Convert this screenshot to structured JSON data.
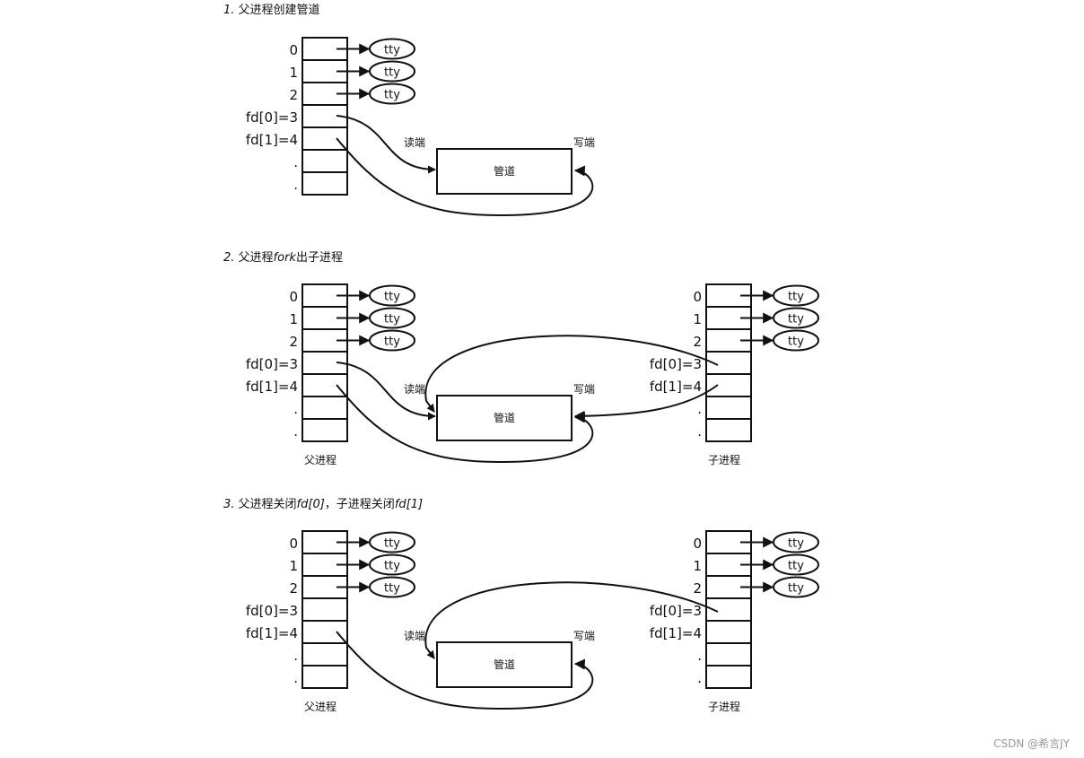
{
  "steps": [
    {
      "title_parts": [
        {
          "text": "1.",
          "italic": true
        },
        {
          "text": " 父进程创建管道",
          "italic": false
        }
      ],
      "has_child": false,
      "parent_arrows": [
        "read",
        "write"
      ],
      "child_arrows": []
    },
    {
      "title_parts": [
        {
          "text": "2.",
          "italic": true
        },
        {
          "text": " 父进程",
          "italic": false
        },
        {
          "text": "fork",
          "italic": true
        },
        {
          "text": "出子进程",
          "italic": false
        }
      ],
      "has_child": true,
      "parent_arrows": [
        "read",
        "write"
      ],
      "child_arrows": [
        "read",
        "write"
      ]
    },
    {
      "title_parts": [
        {
          "text": "3.",
          "italic": true
        },
        {
          "text": " 父进程关闭",
          "italic": false
        },
        {
          "text": "fd[0]",
          "italic": true
        },
        {
          "text": "，子进程关闭",
          "italic": false
        },
        {
          "text": "fd[1]",
          "italic": true
        }
      ],
      "has_child": true,
      "parent_arrows": [
        "write"
      ],
      "child_arrows": [
        "read"
      ]
    }
  ],
  "fd_labels": [
    "0",
    "1",
    "2",
    "fd[0]=3",
    "fd[1]=4",
    ".",
    "."
  ],
  "tty_label": "tty",
  "pipe_label": "管道",
  "read_end_label": "读端",
  "write_end_label": "写端",
  "parent_label": "父进程",
  "child_label": "子进程",
  "watermark": "CSDN @希言JY"
}
